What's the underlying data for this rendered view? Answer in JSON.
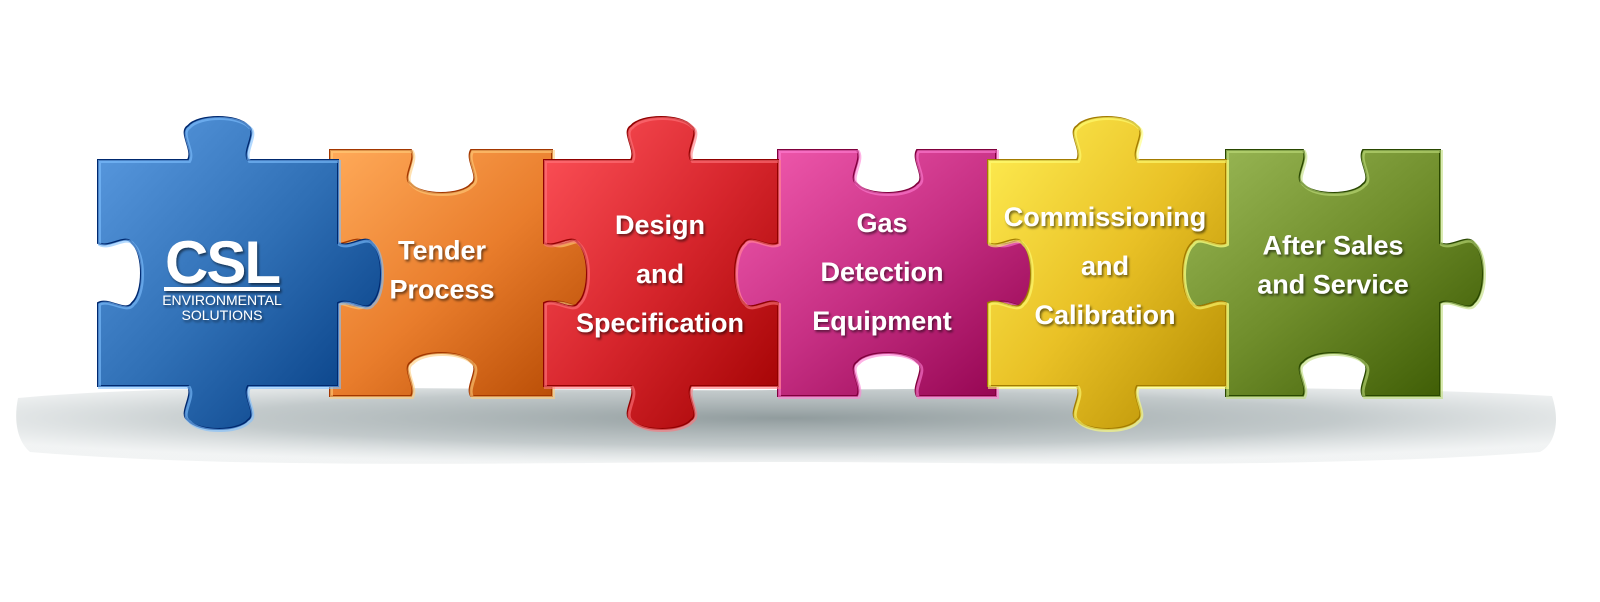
{
  "logo": {
    "brand": "CSL",
    "line1": "ENVIRONMENTAL",
    "line2": "SOLUTIONS"
  },
  "pieces": [
    {
      "lines": [],
      "color": "#2f6fb5"
    },
    {
      "lines": [
        "Tender",
        "Process"
      ],
      "color": "#e97d2c"
    },
    {
      "lines": [
        "Design",
        "and",
        "Specification"
      ],
      "color": "#d7262d"
    },
    {
      "lines": [
        "Gas",
        "Detection",
        "Equipment"
      ],
      "color": "#c62f83"
    },
    {
      "lines": [
        "Commissioning",
        "and",
        "Calibration"
      ],
      "color": "#e9c126"
    },
    {
      "lines": [
        "After Sales",
        "and Service"
      ],
      "color": "#6f8d2b"
    }
  ]
}
